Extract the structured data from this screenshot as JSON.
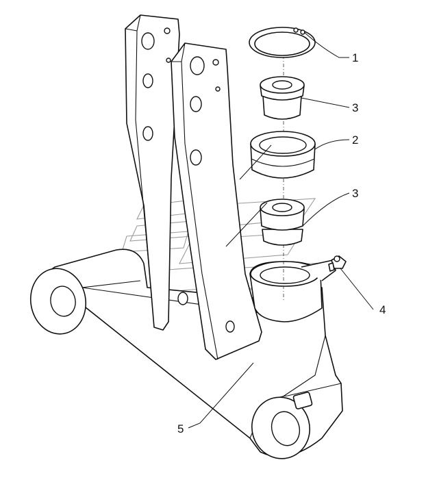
{
  "callouts": {
    "c1": "1",
    "c2": "2",
    "c3a": "3",
    "c3b": "3",
    "c4": "4",
    "c5": "5"
  },
  "colors": {
    "line": "#111111",
    "watermark": "#9a9a9a",
    "background": "#ffffff"
  }
}
